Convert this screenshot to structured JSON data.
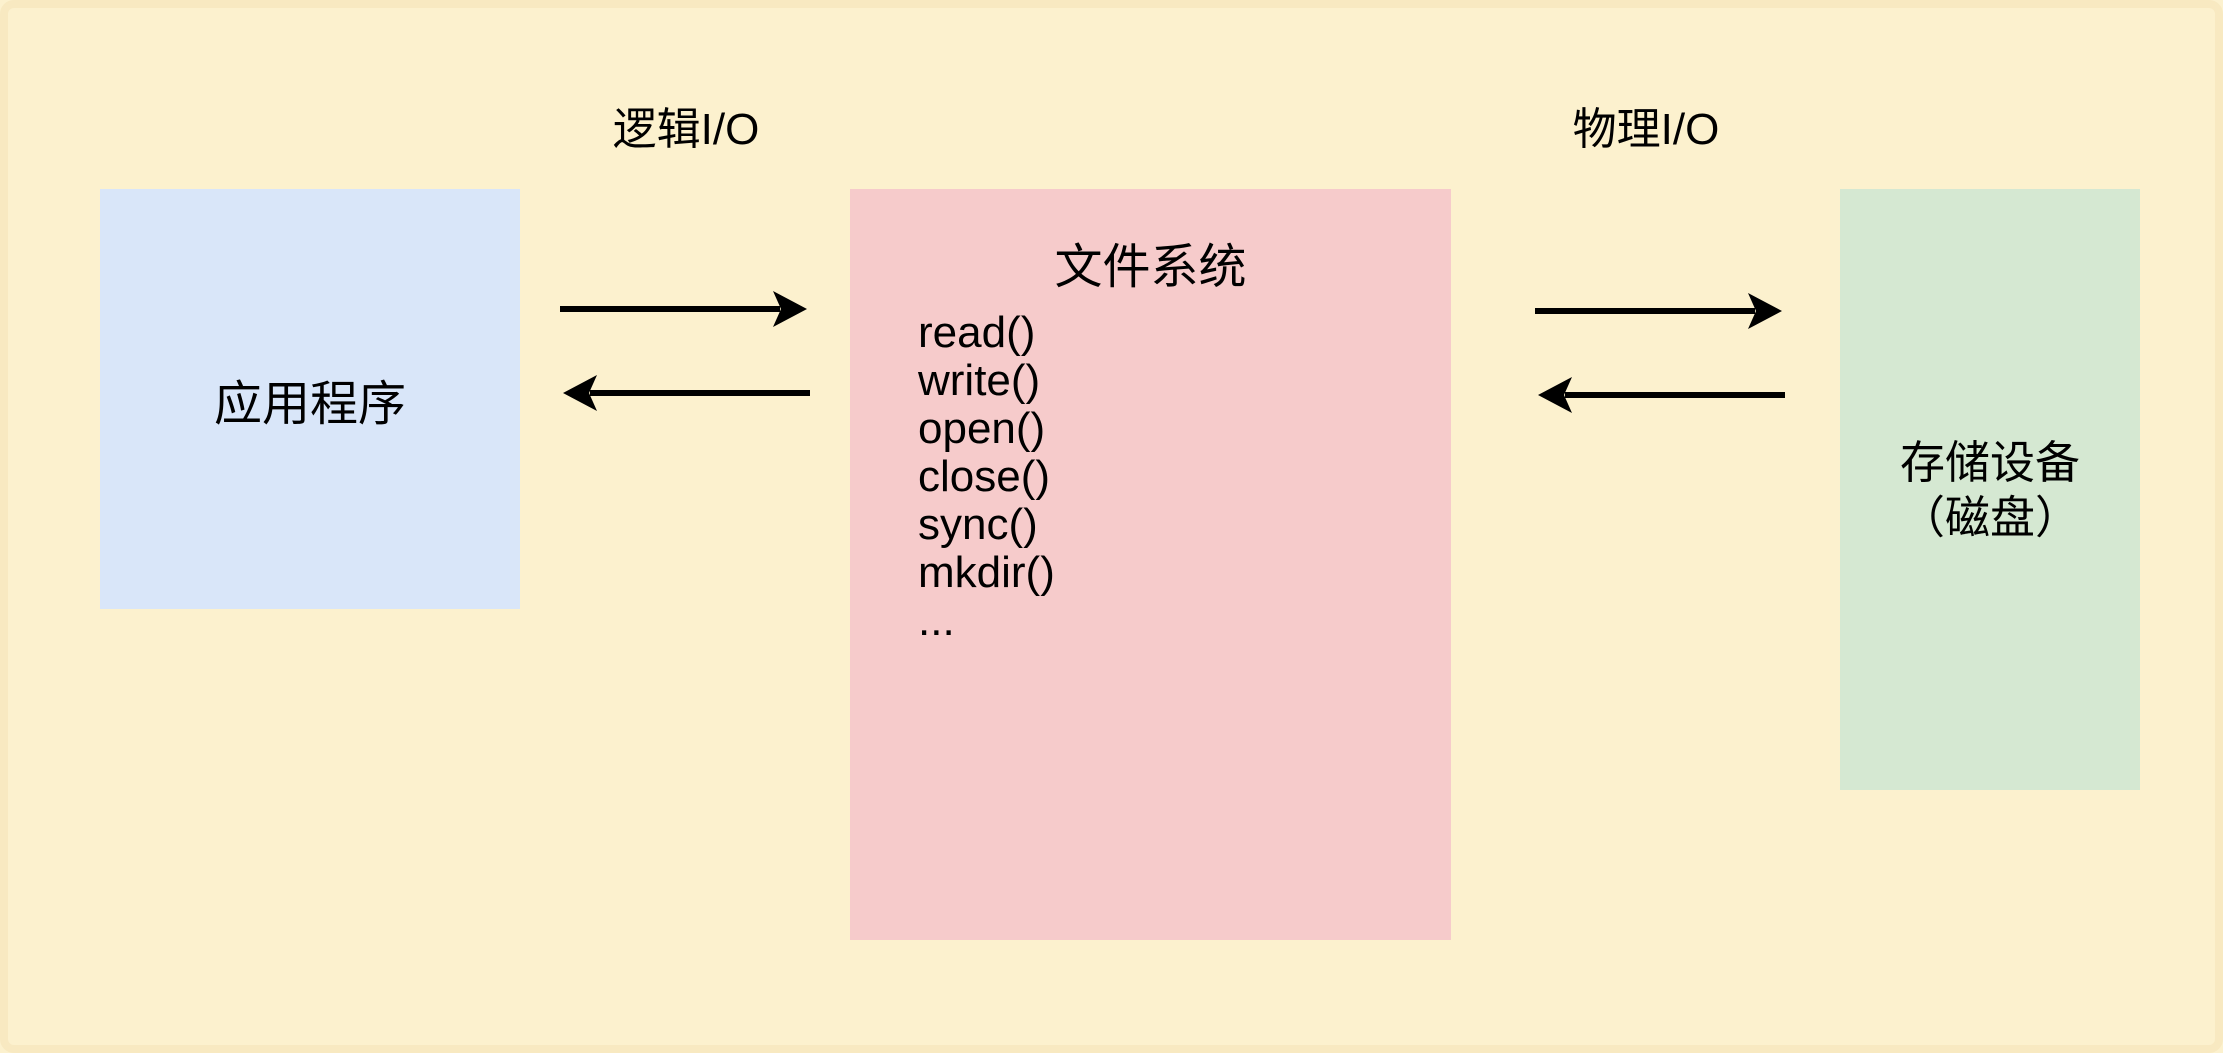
{
  "diagram": {
    "background": "#FCF1CE",
    "frame_border_color": "#F8E9C1",
    "text_color": "#000000",
    "arrow_color": "#000000",
    "labels": {
      "logical_io": "逻辑I/O",
      "physical_io": "物理I/O"
    },
    "nodes": {
      "application": {
        "label": "应用程序",
        "fill": "#D9E6F9"
      },
      "file_system": {
        "title": "文件系统",
        "fill": "#F6CBCB",
        "api_calls": [
          "read()",
          "write()",
          "open()",
          "close()",
          "sync()",
          "mkdir()",
          "..."
        ]
      },
      "storage_device": {
        "label_line1": "存储设备",
        "label_line2": "（磁盘）",
        "fill": "#D5E8D2"
      }
    },
    "arrows": [
      {
        "name": "app-to-filesystem",
        "direction": "right"
      },
      {
        "name": "filesystem-to-app",
        "direction": "left"
      },
      {
        "name": "filesystem-to-storage",
        "direction": "right"
      },
      {
        "name": "storage-to-filesystem",
        "direction": "left"
      }
    ]
  }
}
